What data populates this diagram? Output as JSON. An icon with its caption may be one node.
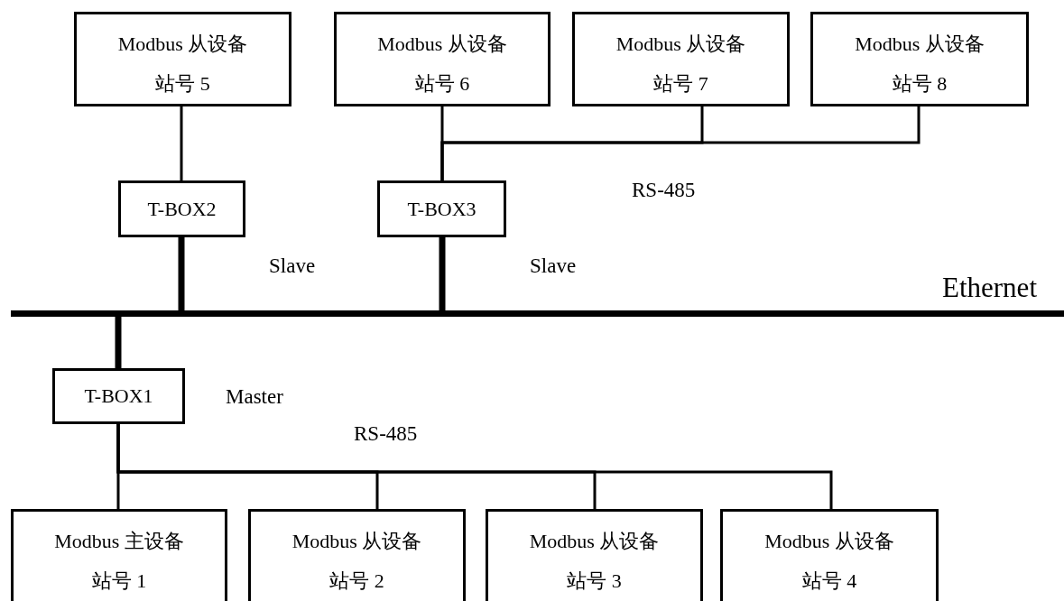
{
  "diagram": {
    "nodes": [
      {
        "text": [
          "Modbus 从设备",
          "站号 5"
        ]
      },
      {
        "text": [
          "Modbus 从设备",
          "站号 6"
        ]
      },
      {
        "text": [
          "Modbus 从设备",
          "站号 7"
        ]
      },
      {
        "text": [
          "Modbus 从设备",
          "站号 8"
        ]
      },
      {
        "text": [
          "T-BOX2"
        ]
      },
      {
        "text": [
          "T-BOX3"
        ]
      },
      {
        "text": [
          "Ethernet"
        ]
      },
      {
        "text": [
          "T-BOX1"
        ]
      },
      {
        "text": [
          "Modbus 主设备",
          "站号 1"
        ]
      },
      {
        "text": [
          "Modbus 从设备",
          "站号 2"
        ]
      },
      {
        "text": [
          "Modbus 从设备",
          "站号 3"
        ]
      },
      {
        "text": [
          "Modbus 从设备",
          "站号 4"
        ]
      }
    ],
    "edges": [
      {
        "from": 0,
        "to": 4,
        "arrow": "none"
      },
      {
        "from": 4,
        "to": 6,
        "arrow": "none",
        "style": "thick"
      },
      {
        "from": 5,
        "to": 1,
        "arrow": "none"
      },
      {
        "from": 5,
        "to": 2,
        "arrow": "none"
      },
      {
        "from": 5,
        "to": 3,
        "arrow": "none"
      },
      {
        "from": 5,
        "to": 6,
        "arrow": "none",
        "style": "thick"
      },
      {
        "from": 6,
        "to": 7,
        "arrow": "none",
        "style": "thick"
      },
      {
        "from": 7,
        "to": 8,
        "arrow": "none"
      },
      {
        "from": 7,
        "to": 9,
        "arrow": "none"
      },
      {
        "from": 7,
        "to": 10,
        "arrow": "none"
      },
      {
        "from": 7,
        "to": 11,
        "arrow": "none"
      }
    ],
    "labels": [
      "RS-485",
      "Slave",
      "Slave",
      "Master",
      "RS-485"
    ]
  }
}
